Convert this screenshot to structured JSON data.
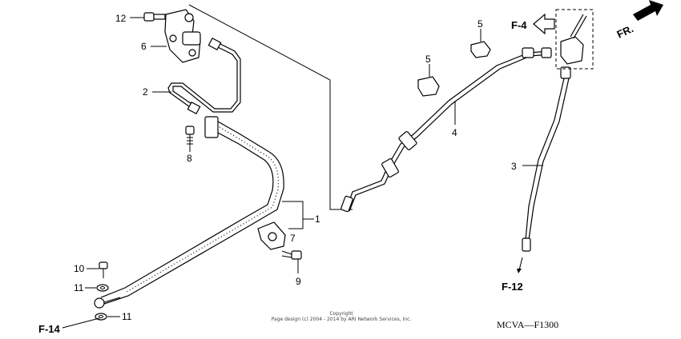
{
  "callouts": {
    "c1": "1",
    "c2": "2",
    "c3": "3",
    "c4": "4",
    "c5a": "5",
    "c5b": "5",
    "c6": "6",
    "c7": "7",
    "c8": "8",
    "c9": "9",
    "c10": "10",
    "c11a": "11",
    "c11b": "11",
    "c12": "12"
  },
  "refs": {
    "f4": "F-4",
    "f12": "F-12",
    "f14": "F-14",
    "fr": "FR."
  },
  "diagram_code": "MCVA—F1300",
  "copyright": {
    "line1": "Copyright",
    "line2": "Page design (c) 2004 - 2014 by ARI Network Services, Inc."
  }
}
